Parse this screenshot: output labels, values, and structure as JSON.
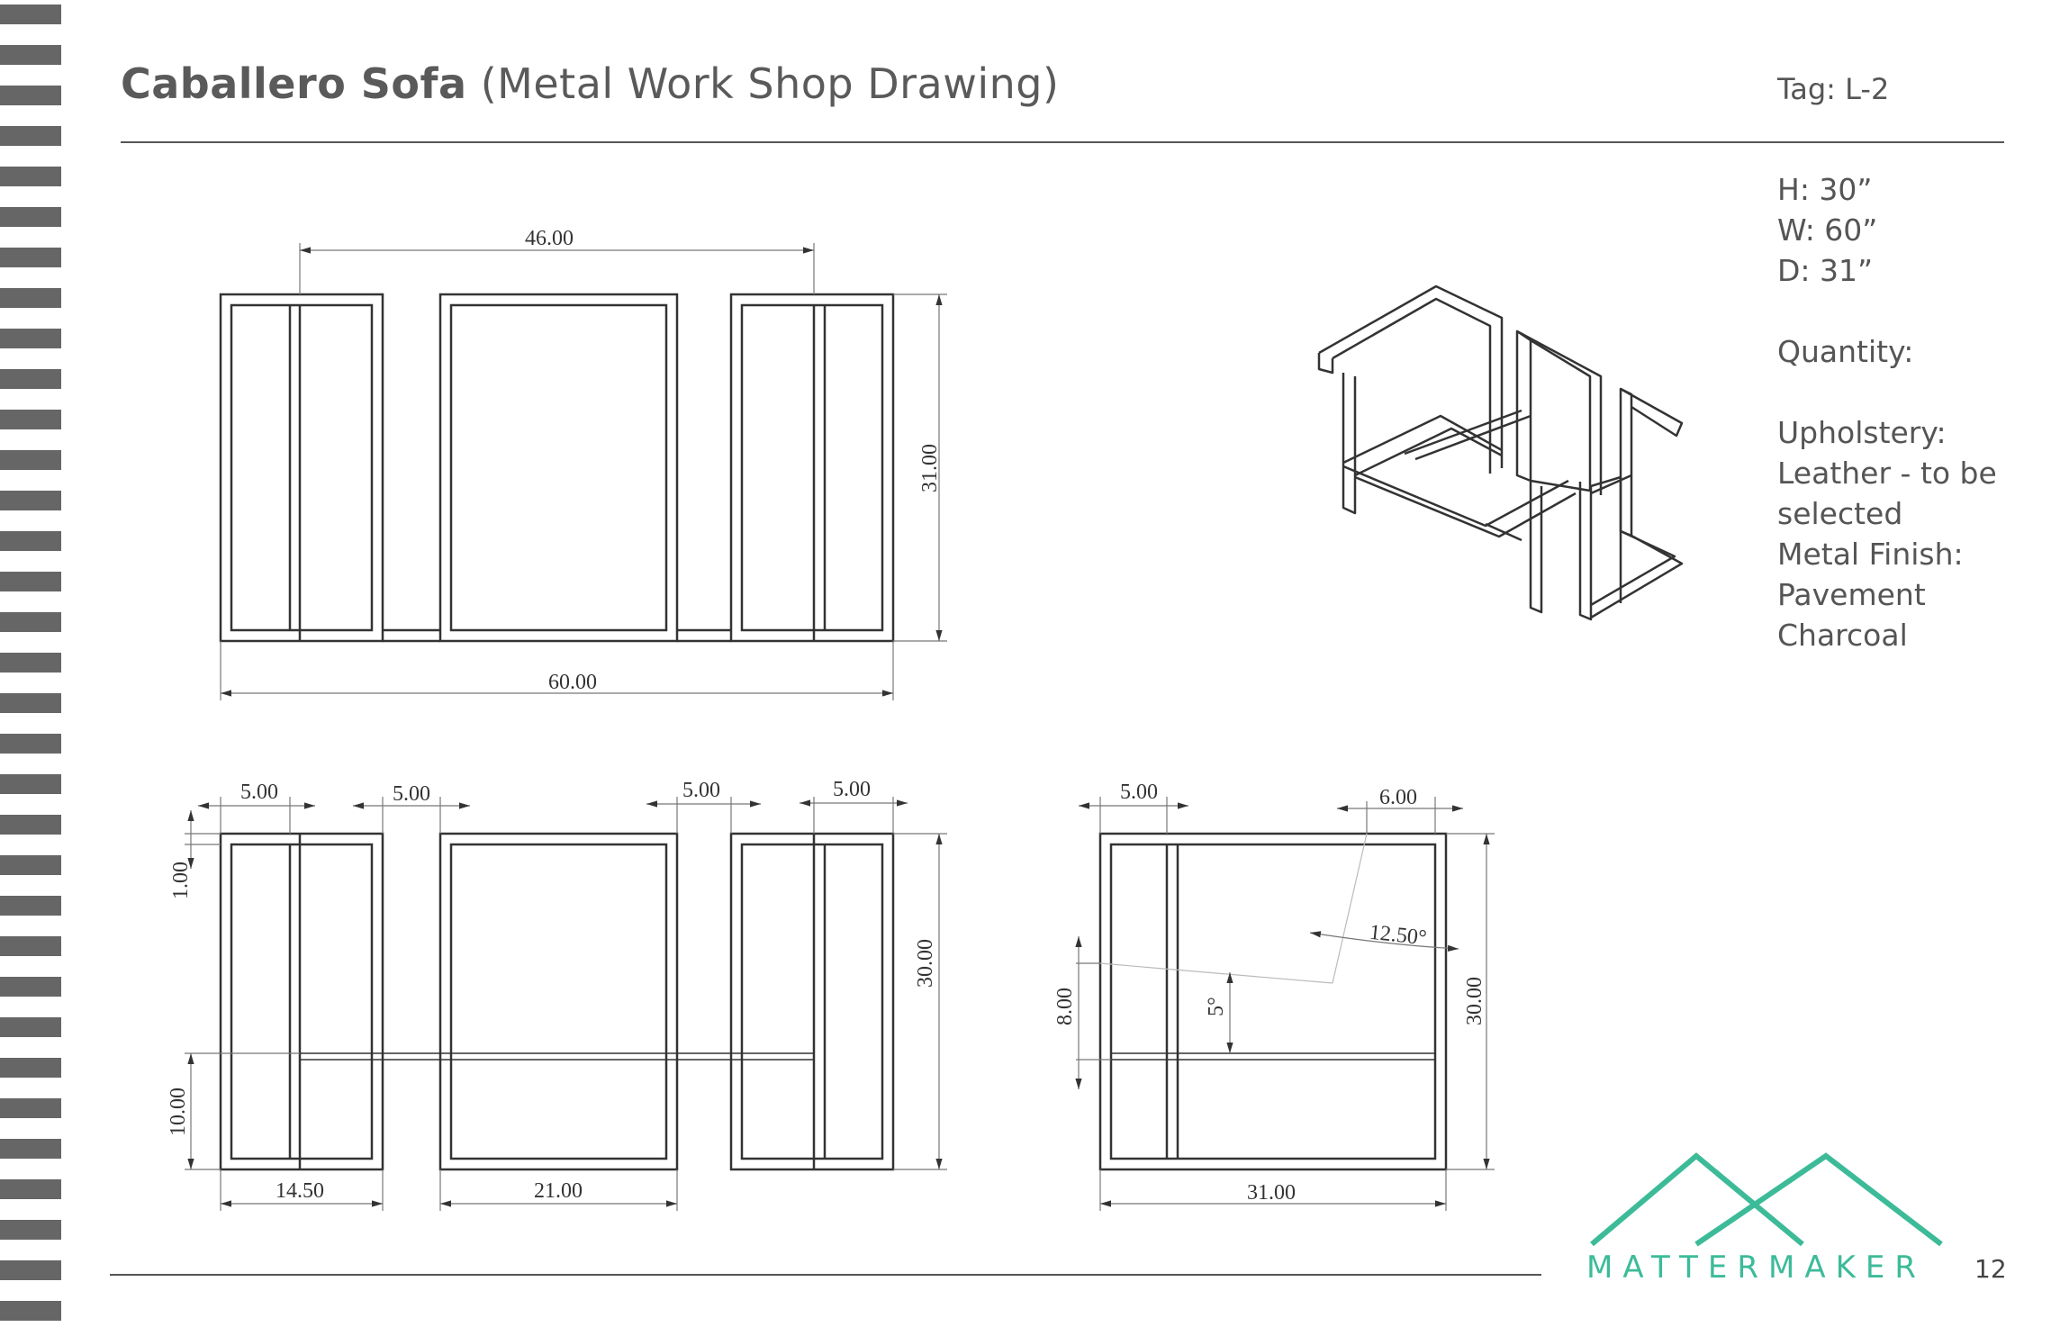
{
  "title": {
    "bold": "Caballero Sofa",
    "light": "(Metal Work Shop Drawing)"
  },
  "tag": "Tag: L-2",
  "specs": {
    "h": "H: 30”",
    "w": "W: 60”",
    "d": "D: 31”",
    "quantity": "Quantity:",
    "upholstery_label": "Upholstery:",
    "upholstery_1": "Leather - to be",
    "upholstery_2": "selected",
    "finish_label": "Metal Finish:",
    "finish_1": "Pavement",
    "finish_2": "Charcoal"
  },
  "dimensions": {
    "top_width_inner": "46.00",
    "top_depth": "31.00",
    "top_width_total": "60.00",
    "front_w1": "5.00",
    "front_w2": "5.00",
    "front_w3": "5.00",
    "front_w4": "5.00",
    "front_top_rail": "1.00",
    "front_seat_height": "10.00",
    "front_height": "30.00",
    "front_arm_width": "14.50",
    "front_center_width": "21.00",
    "side_post": "5.00",
    "side_offset": "6.00",
    "side_back_angle": "12.50°",
    "side_seat_angle": "5°",
    "side_back_height": "8.00",
    "side_height": "30.00",
    "side_depth": "31.00"
  },
  "brand": "MATTERMAKER",
  "page_number": "12",
  "colors": {
    "brand": "#3dbb99",
    "binding": "#666666",
    "line": "#333333"
  }
}
